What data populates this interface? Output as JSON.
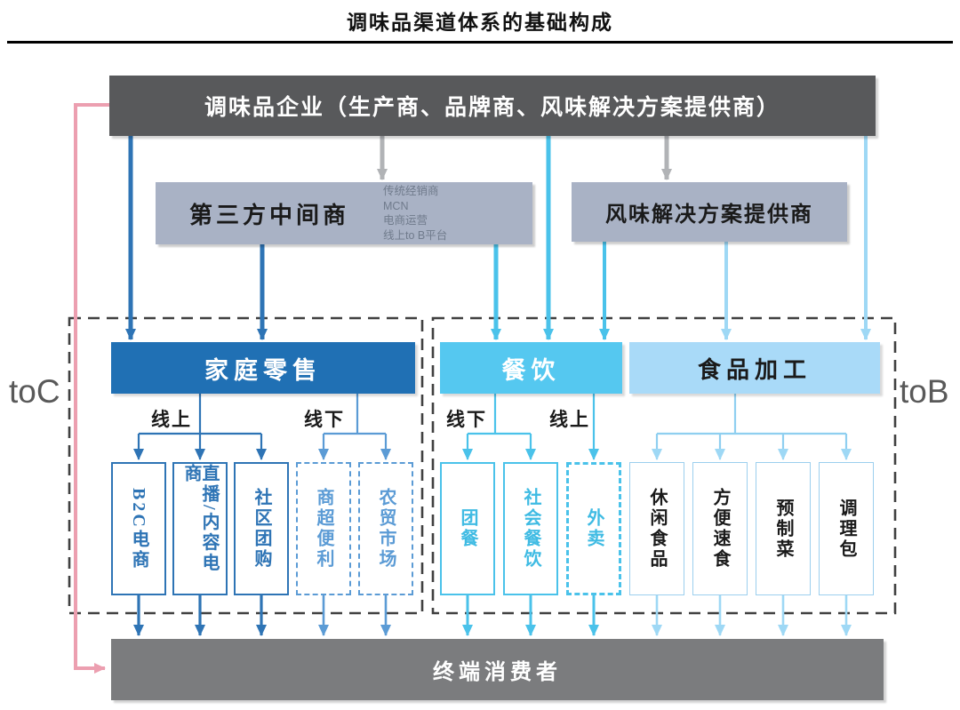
{
  "title": "调味品渠道体系的基础构成",
  "top_box": {
    "label": "调味品企业（生产商、品牌商、风味解决方案提供商）"
  },
  "middlemen": {
    "label": "第三方中间商",
    "sublabels": [
      "传统经销商",
      "MCN",
      "电商运营",
      "线上to B平台"
    ]
  },
  "flavor_provider": {
    "label": "风味解决方案提供商"
  },
  "toc": {
    "tag": "toC",
    "category": "家庭零售",
    "online_label": "线上",
    "offline_label": "线下",
    "online_channels": [
      "B2C电商",
      "直播/内容电商",
      "社区团购"
    ],
    "offline_channels": [
      "商超便利",
      "农贸市场"
    ]
  },
  "tob": {
    "tag": "toB",
    "catering": {
      "category": "餐饮",
      "offline_label": "线下",
      "online_label": "线上",
      "offline_channels": [
        "团餐",
        "社会餐饮"
      ],
      "online_channels": [
        "外卖"
      ]
    },
    "food_processing": {
      "category": "食品加工",
      "channels": [
        "休闲食品",
        "方便速食",
        "预制菜",
        "调理包"
      ]
    }
  },
  "bottom_box": {
    "label": "终端消费者"
  },
  "colors": {
    "top_box_bg": "#58595B",
    "bottom_box_bg": "#7B7C7E",
    "middlemen_bg": "#A9B2C5",
    "retail_bg": "#2070B4",
    "catering_bg": "#55C8F0",
    "food_processing_bg": "#A9DAF8",
    "arrow_dark_blue": "#2E74B5",
    "arrow_medium_blue": "#5B9BD5",
    "arrow_cyan": "#4AC2EA",
    "arrow_light_blue": "#9ED8F5",
    "arrow_gray": "#B1B3B6",
    "arrow_pink": "#EC9FB0",
    "dashed_container_border": "#404040"
  }
}
